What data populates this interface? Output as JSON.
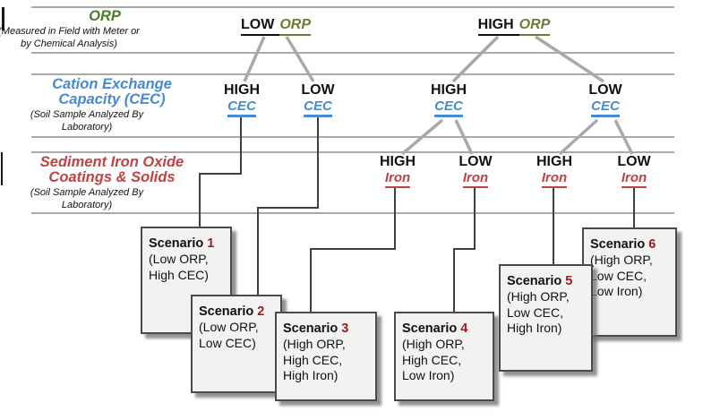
{
  "colors": {
    "orp_green": "#4c7c28",
    "orp_node_olive": "#6f7b35",
    "cec_blue": "#468ad2",
    "iron_red": "#bf4340",
    "scenario_number_red": "#9e1c20",
    "line_gray": "#a9a9a9",
    "connector_dark": "#3f3f3f"
  },
  "bands": [
    {
      "title": "ORP",
      "subtitle": "(Measured in Field with Meter or\nby Chemical Analysis)"
    },
    {
      "title": "Cation Exchange\nCapacity (CEC)",
      "subtitle": "(Soil Sample Analyzed By\nLaboratory)"
    },
    {
      "title": "Sediment Iron Oxide\nCoatings & Solids",
      "subtitle": "(Soil Sample Analyzed By\nLaboratory)"
    }
  ],
  "tree": {
    "orp": [
      {
        "level": "LOW",
        "label": "ORP"
      },
      {
        "level": "HIGH",
        "label": "ORP"
      }
    ],
    "cec": [
      {
        "level": "HIGH",
        "label": "CEC"
      },
      {
        "level": "LOW",
        "label": "CEC"
      },
      {
        "level": "HIGH",
        "label": "CEC"
      },
      {
        "level": "LOW",
        "label": "CEC"
      }
    ],
    "iron": [
      {
        "level": "HIGH",
        "label": "Iron"
      },
      {
        "level": "LOW",
        "label": "Iron"
      },
      {
        "level": "HIGH",
        "label": "Iron"
      },
      {
        "level": "LOW",
        "label": "Iron"
      }
    ]
  },
  "scenarios": [
    {
      "name": "Scenario",
      "number": "1",
      "conditions": "(Low ORP,\nHigh CEC)"
    },
    {
      "name": "Scenario",
      "number": "2",
      "conditions": "(Low ORP,\nLow CEC)"
    },
    {
      "name": "Scenario",
      "number": "3",
      "conditions": "(High ORP,\nHigh CEC,\nHigh Iron)"
    },
    {
      "name": "Scenario",
      "number": "4",
      "conditions": "(High ORP,\nHigh CEC,\nLow Iron)"
    },
    {
      "name": "Scenario",
      "number": "5",
      "conditions": "(High ORP,\nLow CEC,\nHigh Iron)"
    },
    {
      "name": "Scenario",
      "number": "6",
      "conditions": "(High ORP,\nLow CEC,\nLow Iron)"
    }
  ]
}
